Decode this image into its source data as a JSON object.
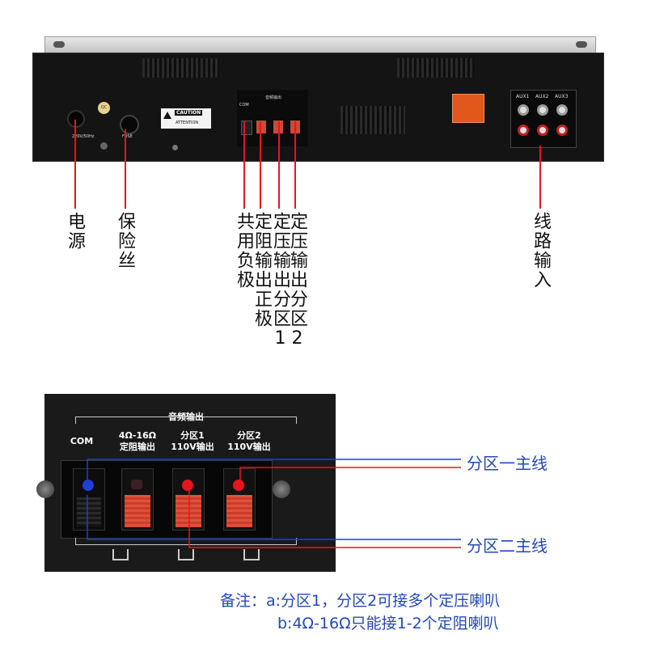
{
  "top_panel": {
    "caution_title": "CAUTION",
    "attention_title": "ATTENTION",
    "voltage_label": "220V/50Hz",
    "fuse_label": "FUSE",
    "qc_badge": "QC",
    "output_header": "音频输出",
    "com_small": "COM",
    "aux_labels": [
      "AUX1",
      "AUX2",
      "AUX3"
    ]
  },
  "callouts": {
    "power": "电源",
    "fuse": "保险丝",
    "common_negative": "共用负极",
    "fixed_impedance": "定阻输出正极",
    "zone1": "定压输出分区1",
    "zone2": "定压输出分区2",
    "line_input": "线路输入"
  },
  "zoom": {
    "header": "音频输出",
    "col1": "COM",
    "col2_line1": "4Ω-16Ω",
    "col2_line2": "定阻输出",
    "col3_line1": "分区1",
    "col3_line2": "110V输出",
    "col4_line1": "分区2",
    "col4_line2": "110V输出"
  },
  "wire_labels": {
    "zone1_main": "分区一主线",
    "zone2_main": "分区二主线"
  },
  "notes": {
    "line1": "备注：a:分区1，分区2可接多个定压喇叭",
    "line2": "b:4Ω-16Ω只能接1-2个定阻喇叭"
  },
  "colors": {
    "blue_wire": "#1f3fd6",
    "red_wire": "#e8141e",
    "text_blue": "#2448b8",
    "terminal_red": "#e0503a"
  }
}
